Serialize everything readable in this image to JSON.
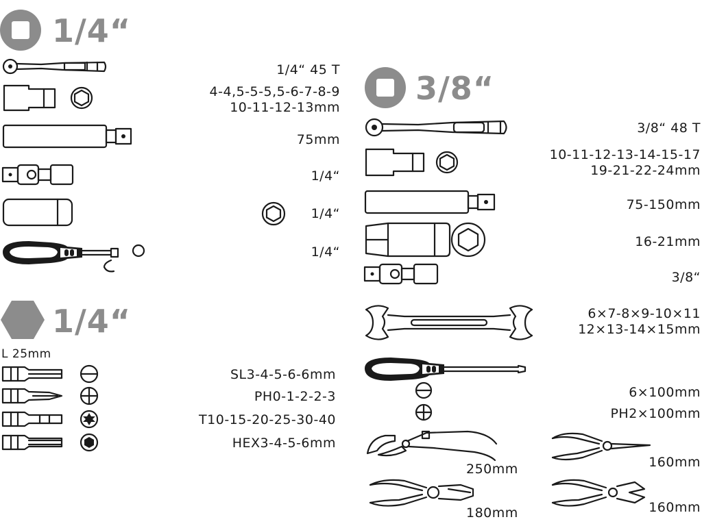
{
  "colors": {
    "header_gray": "#8c8c8c",
    "ink": "#1a1a1a",
    "background": "#ffffff"
  },
  "sections": {
    "s1": {
      "icon": "square-drive-icon",
      "title": "1/4“"
    },
    "s2": {
      "icon": "hex-drive-icon",
      "title": "1/4“",
      "bit_length": "L 25mm"
    },
    "s3": {
      "icon": "square-drive-icon",
      "title": "3/8“"
    }
  },
  "left_items": {
    "ratchet": "1/4“ 45 T",
    "sockets_l1": "4-4,5-5-5,5-6-7-8-9",
    "sockets_l2": "10-11-12-13mm",
    "extension": "75mm",
    "ujoint": "1/4“",
    "deep_socket": "1/4“",
    "bit_driver": "1/4“"
  },
  "bits": {
    "slotted": "SL3-4-5-6-6mm",
    "phillips": "PH0-1-2-2-3",
    "torx": "T10-15-20-25-30-40",
    "hex": "HEX3-4-5-6mm"
  },
  "right_items": {
    "ratchet": "3/8“ 48 T",
    "sockets_l1": "10-11-12-13-14-15-17",
    "sockets_l2": "19-21-22-24mm",
    "extension": "75-150mm",
    "spark_socket": "16-21mm",
    "ujoint": "3/8“",
    "wrench_l1": "6×7-8×9-10×11",
    "wrench_l2": "12×13-14×15mm",
    "screwdriver_slot": "6×100mm",
    "screwdriver_ph": "PH2×100mm",
    "water_pump_pliers": "250mm",
    "long_nose_pliers": "160mm",
    "combination_pliers": "180mm",
    "side_cutters": "160mm"
  }
}
